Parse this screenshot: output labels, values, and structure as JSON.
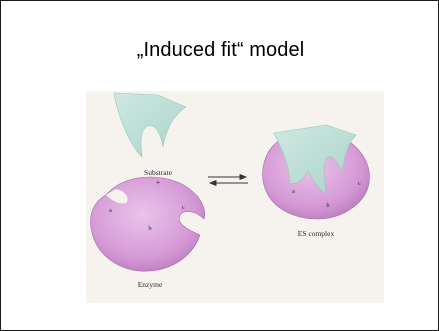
{
  "slide": {
    "title": "„Induced fit“ model"
  },
  "figure": {
    "substrate_label": "Substrate",
    "plus_sign": "+",
    "enzyme_label": "Enzyme",
    "complex_label": "ES complex",
    "enzyme_sites": [
      "a",
      "b",
      "c"
    ],
    "complex_sites": [
      "a",
      "b",
      "c"
    ],
    "colors": {
      "enzyme": "#d59ad6",
      "substrate": "#b8dcd3",
      "arrows": "#333333",
      "figure_background": "#f6f3ef",
      "border": "#1a1a1a"
    },
    "icons": [
      "equilibrium-arrows-icon"
    ]
  }
}
